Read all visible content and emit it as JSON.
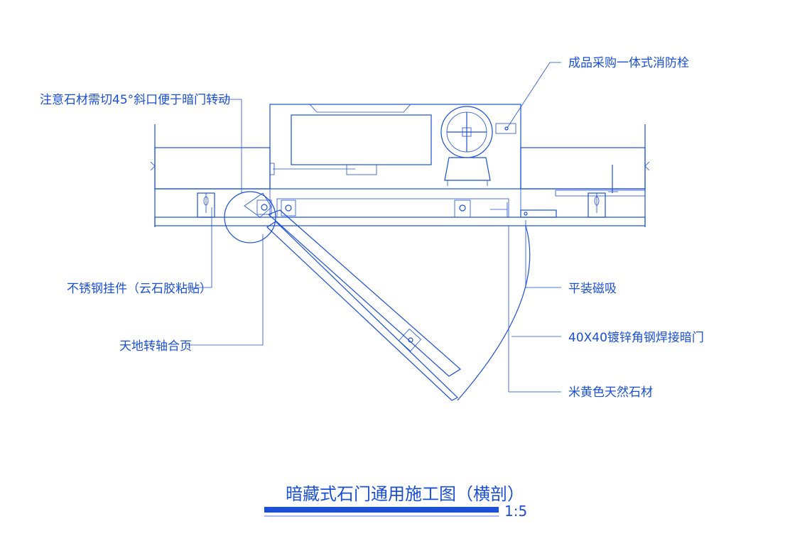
{
  "labels": {
    "hydrant": "成品采购一体式消防栓",
    "stone_cut": "注意石材需切45°斜口便于暗门转动",
    "hanger": "不锈钢挂件（云石胶粘贴）",
    "pivot": "天地转轴合页",
    "magnet": "平装磁吸",
    "steel": "40X40镀锌角钢焊接暗门",
    "stone": "米黄色天然石材"
  },
  "title": "暗藏式石门通用施工图（横剖）",
  "scale": "1:5",
  "colors": {
    "line": "#1a4fd6",
    "background": "#ffffff"
  }
}
